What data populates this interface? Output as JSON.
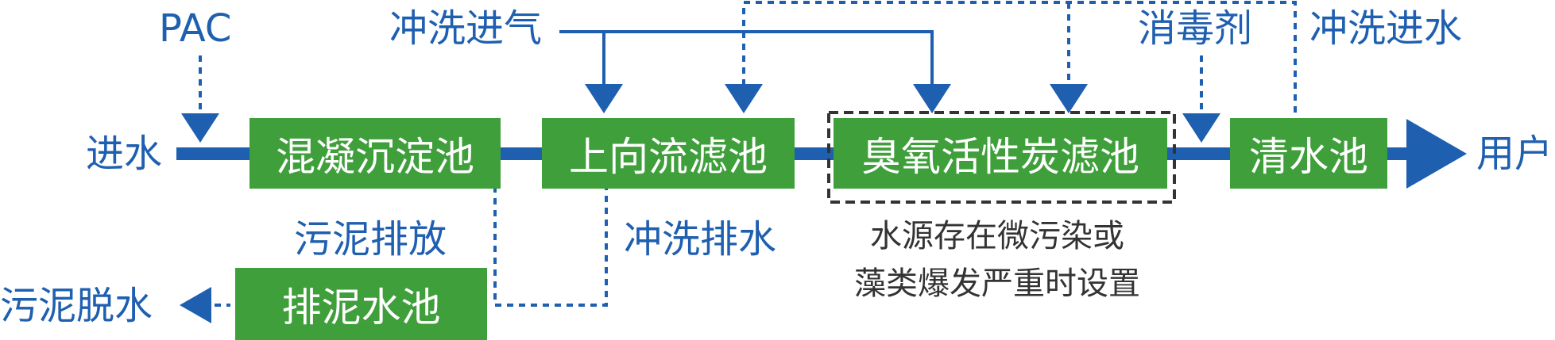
{
  "colors": {
    "line": "#1f5fb0",
    "box": "#3f9f3b",
    "box_text": "#ffffff",
    "note": "#333333"
  },
  "inputs": {
    "pac": "PAC",
    "wash_air": "冲洗进气",
    "disinfectant": "消毒剂",
    "wash_water_in": "冲洗进水",
    "water_in": "进水"
  },
  "output": {
    "user": "用户"
  },
  "units": {
    "coag_sed": "混凝沉淀池",
    "upflow_filter": "上向流滤池",
    "ozone_bac": "臭氧活性炭滤池",
    "clear_well": "清水池",
    "sludge_tank": "排泥水池"
  },
  "side_labels": {
    "sludge_discharge": "污泥排放",
    "wash_drain": "冲洗排水",
    "sludge_dewater": "污泥脱水"
  },
  "note": {
    "line1": "水源存在微污染或",
    "line2": "藻类爆发严重时设置"
  }
}
